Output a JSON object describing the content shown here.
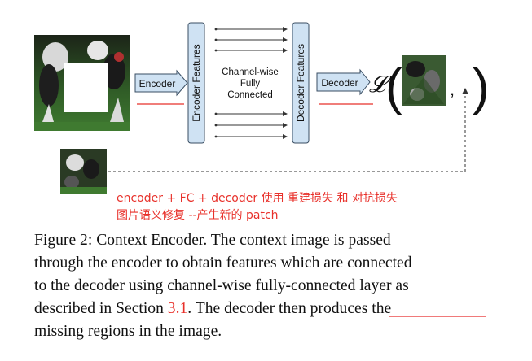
{
  "diagram": {
    "encoder_arrow_label": "Encoder",
    "decoder_arrow_label": "Decoder",
    "encoder_features_label": "Encoder Features",
    "decoder_features_label": "Decoder Features",
    "fc_label_lines": [
      "Channel-wise",
      "Fully",
      "Connected"
    ],
    "loss_symbol": "𝓛",
    "paren_open": "(",
    "paren_close": ")",
    "comma": ","
  },
  "annotation": {
    "line1": "encoder + FC + decoder  使用 重建损失 和 对抗损失",
    "line2": "图片语义修复 --产生新的 patch"
  },
  "caption": {
    "line1": "Figure 2:  Context Encoder.  The context image is passed",
    "line2": "through the encoder to obtain features which are connected",
    "line3": "to the decoder using channel-wise fully-connected layer as",
    "line4_prefix": "described in Section ",
    "line4_ref": "3.1",
    "line4_suffix": ".  The decoder then produces the",
    "line5": "missing regions in the image."
  },
  "colors": {
    "feature_box_fill": "#cfe2f3",
    "feature_box_stroke": "#3a4e63",
    "annotation_red": "#e8302a",
    "underline_red": "#f07a7a"
  }
}
